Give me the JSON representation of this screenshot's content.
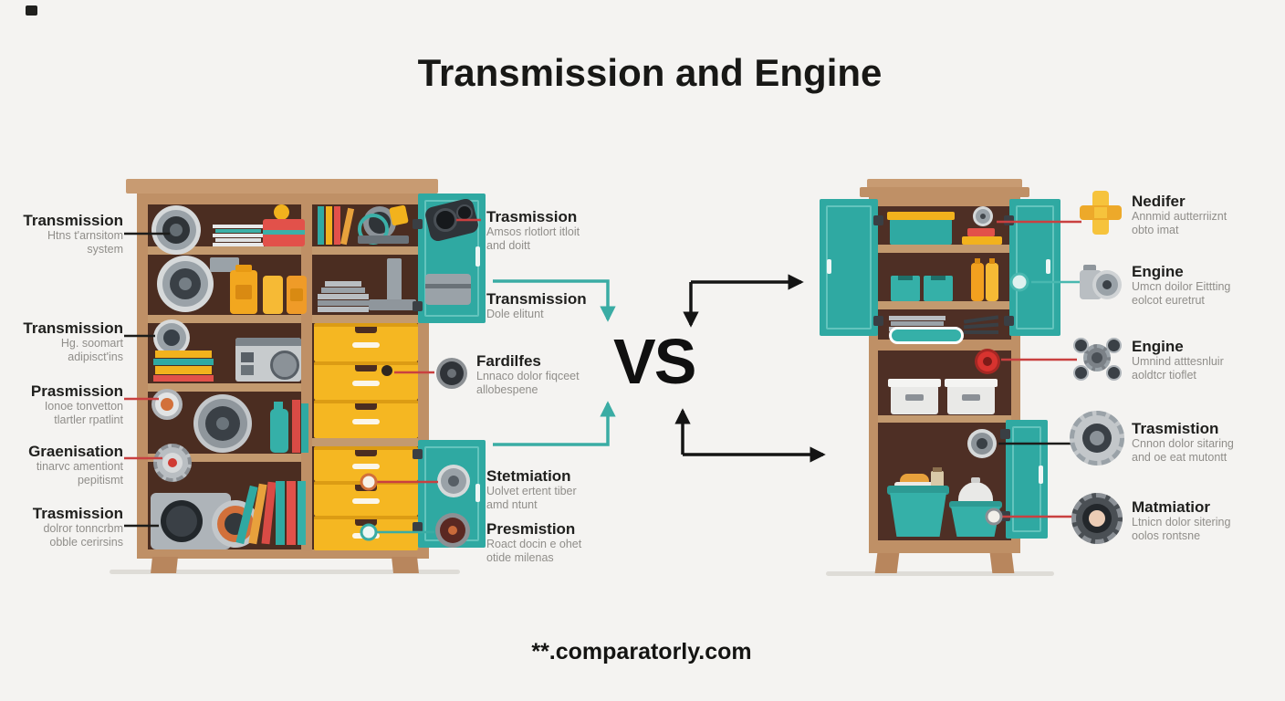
{
  "title": "Transmission and Engine",
  "vs": "VS",
  "footer": "**.comparatorly.com",
  "left_labels": [
    {
      "title": "Transmission",
      "line1": "Htns t'arnsitom",
      "line2": "system"
    },
    {
      "title": "Transmission",
      "line1": "Hg. soomart",
      "line2": "adipisct'ins"
    },
    {
      "title": "Prasmission",
      "line1": "Ionoe tonvetton",
      "line2": "tlartler rpatlint"
    },
    {
      "title": "Graenisation",
      "line1": "tinarvc amentiont",
      "line2": "pepitismt"
    },
    {
      "title": "Trasmission",
      "line1": "dolror tonncrbm",
      "line2": "obble cerirsins"
    }
  ],
  "middle_labels": [
    {
      "title": "Trasmission",
      "line1": "Amsos rlotlort itloit",
      "line2": "and doitt"
    },
    {
      "title": "Transmission",
      "line1": "Dole elitunt",
      "line2": ""
    },
    {
      "title": "Fardilfes",
      "line1": "Lnnaco dolor fiqceet",
      "line2": "allobespene"
    },
    {
      "title": "Stetmiation",
      "line1": "Uolvet ertent tiber",
      "line2": "amd ntunt"
    },
    {
      "title": "Presmistion",
      "line1": "Roact docin e ohet",
      "line2": "otide milenas"
    }
  ],
  "right_labels": [
    {
      "title": "Nedifer",
      "line1": "Annmid autterriiznt",
      "line2": "obto imat",
      "icon": "bandage-icon"
    },
    {
      "title": "Engine",
      "line1": "Umcn doilor Eittting",
      "line2": "eolcot euretrut",
      "icon": "engine-icon"
    },
    {
      "title": "Engine",
      "line1": "Umnind atttesnluir",
      "line2": "aoldtcr tioflet",
      "icon": "gear-cluster-icon"
    },
    {
      "title": "Trasmistion",
      "line1": "Cnnon dolor sitaring",
      "line2": "and oe eat mutontt",
      "icon": "gear-icon"
    },
    {
      "title": "Matmiatior",
      "line1": "Ltnicn dolor sitering",
      "line2": "oolos rontsne",
      "icon": "dark-gear-icon"
    }
  ],
  "colors": {
    "background": "#f4f3f1",
    "teal": "#2fa9a2",
    "wood": "#bf9066",
    "wood_dark": "#4b2d21",
    "drawer_yellow": "#f5b722",
    "accent_red": "#d84a42",
    "line_red": "#c94040",
    "arrow_teal": "#3aaca4",
    "arrow_black": "#141414"
  }
}
